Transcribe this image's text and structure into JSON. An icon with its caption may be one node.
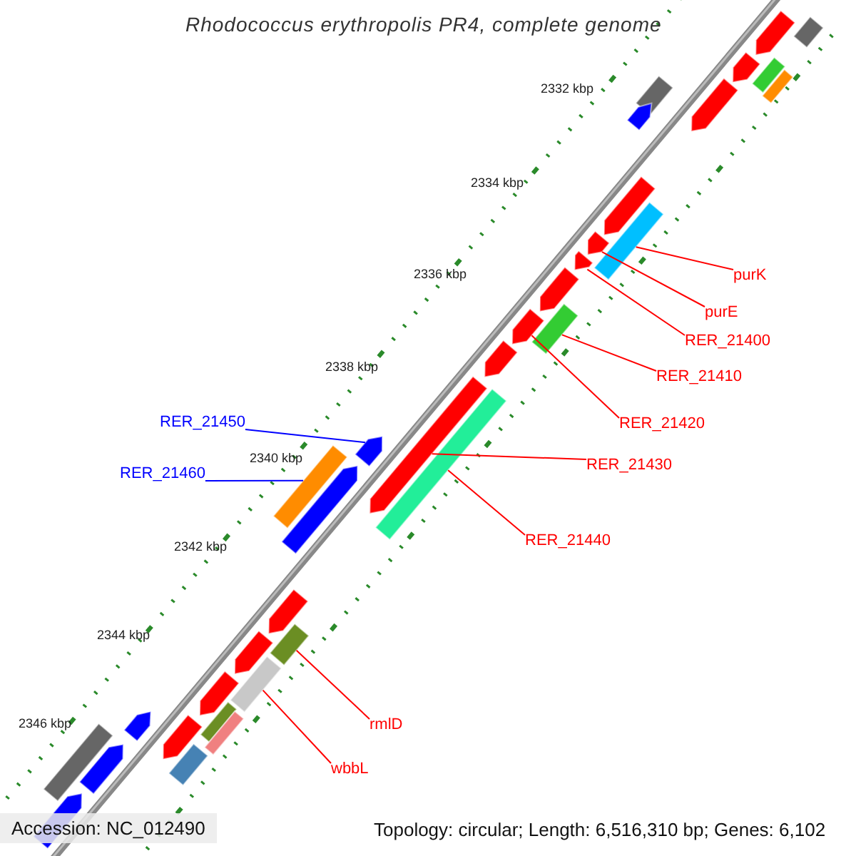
{
  "diagram": {
    "title": "Rhodococcus erythropolis PR4, complete genome",
    "nodes": [
      {
        "text": [
          "purK"
        ]
      },
      {
        "text": [
          "purE"
        ]
      },
      {
        "text": [
          "RER_21400"
        ]
      },
      {
        "text": [
          "RER_21410"
        ]
      },
      {
        "text": [
          "RER_21420"
        ]
      },
      {
        "text": [
          "RER_21430"
        ]
      },
      {
        "text": [
          "RER_21440"
        ]
      },
      {
        "text": [
          "RER_21450"
        ]
      },
      {
        "text": [
          "RER_21460"
        ]
      },
      {
        "text": [
          "rmlD"
        ]
      },
      {
        "text": [
          "wbbL"
        ]
      },
      {
        "text": [],
        "shape": "bar"
      },
      {
        "text": [],
        "shape": "bar"
      },
      {
        "text": [],
        "shape": "bar"
      },
      {
        "text": [],
        "shape": "bar"
      },
      {
        "text": [],
        "shape": "bar"
      },
      {
        "text": [],
        "shape": "bar"
      },
      {
        "text": [],
        "shape": "bar"
      },
      {
        "text": [],
        "shape": "bar"
      },
      {
        "text": [],
        "shape": "bar"
      },
      {
        "text": [],
        "shape": "bar"
      },
      {
        "text": [],
        "shape": "bar"
      },
      {
        "text": [],
        "shape": "bar"
      },
      {
        "text": [],
        "shape": "bar"
      },
      {
        "text": [],
        "shape": "bar"
      },
      {
        "text": [],
        "shape": "bar"
      },
      {
        "text": [],
        "shape": "bar"
      },
      {
        "text": [],
        "shape": "bar"
      },
      {
        "text": [],
        "shape": "bar"
      },
      {
        "text": [],
        "shape": "bar"
      },
      {
        "text": [],
        "shape": "bar"
      },
      {
        "text": [],
        "shape": "bar"
      },
      {
        "text": [],
        "shape": "bar"
      },
      {
        "text": [],
        "shape": "bar"
      },
      {
        "text": [],
        "shape": "bar"
      },
      {
        "text": [],
        "shape": "bar"
      },
      {
        "text": [],
        "shape": "bar"
      },
      {
        "text": [],
        "shape": "bar"
      },
      {
        "text": [],
        "shape": "bar"
      },
      {
        "text": [],
        "shape": "bar"
      },
      {
        "text": [],
        "shape": "bar"
      },
      {
        "text": [],
        "shape": "bar"
      },
      {
        "text": [],
        "shape": "bar"
      },
      {
        "text": [],
        "shape": "bar"
      },
      {
        "text": [],
        "shape": "bar"
      }
    ],
    "edges": [
      {
        "from": 0,
        "to": 20,
        "arrow": "none"
      },
      {
        "from": 1,
        "to": 21,
        "arrow": "none"
      },
      {
        "from": 2,
        "to": 22,
        "arrow": "none"
      },
      {
        "from": 3,
        "to": 24,
        "arrow": "none"
      },
      {
        "from": 4,
        "to": 25,
        "arrow": "none"
      },
      {
        "from": 5,
        "to": 28,
        "arrow": "none"
      },
      {
        "from": 6,
        "to": 27,
        "arrow": "none"
      },
      {
        "from": 7,
        "to": 29,
        "arrow": "none",
        "color": "#0000ff"
      },
      {
        "from": 8,
        "to": 31,
        "arrow": "none",
        "color": "#0000ff"
      },
      {
        "from": 9,
        "to": 33,
        "arrow": "none"
      },
      {
        "from": 10,
        "to": 35,
        "arrow": "none"
      }
    ],
    "labels": [
      "2332 kbp",
      "2334 kbp",
      "2336 kbp",
      "2338 kbp",
      "2340 kbp",
      "2342 kbp",
      "2344 kbp",
      "2346 kbp",
      "Accession: NC_012490",
      "Topology: circular; Length: 6,516,310 bp; Genes: 6,102"
    ]
  }
}
